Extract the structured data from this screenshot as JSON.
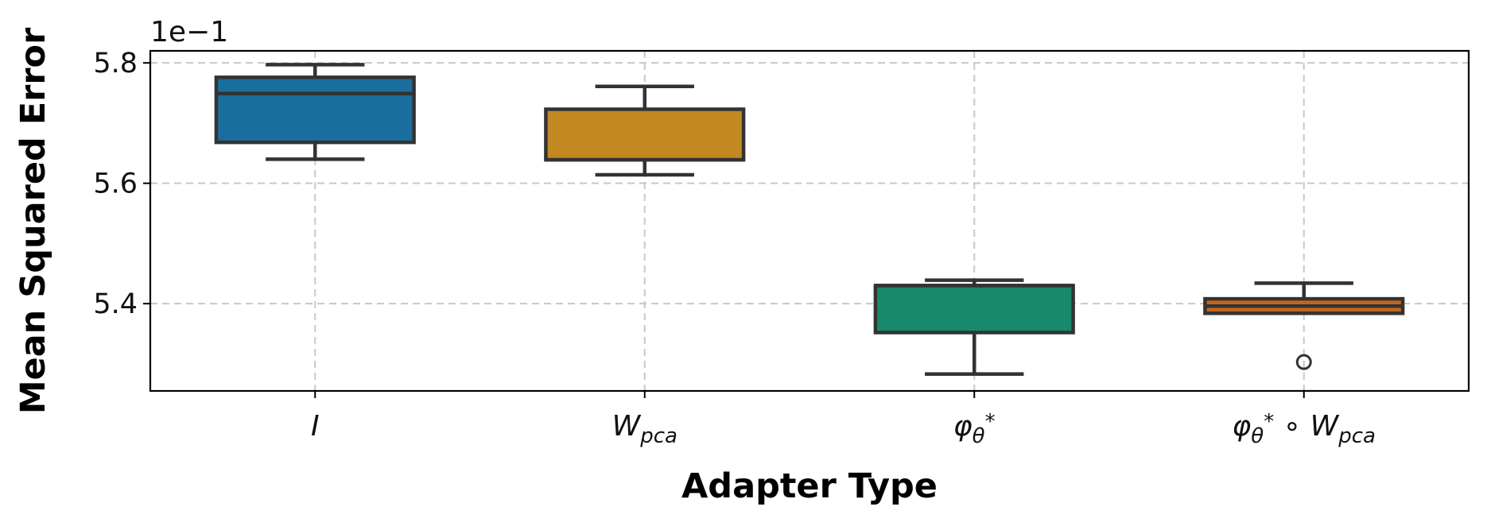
{
  "chart_data": {
    "type": "box",
    "xlabel": "Adapter Type",
    "ylabel": "Mean Squared Error",
    "y_offset_label": "1e−1",
    "ylim": [
      5.255,
      5.82
    ],
    "yticks": [
      5.4,
      5.6,
      5.8
    ],
    "ytick_labels": [
      "5.4",
      "5.6",
      "5.8"
    ],
    "grid": true,
    "categories": [
      {
        "base": "I",
        "sub": "",
        "sup": "",
        "rest": "",
        "rest_sub": ""
      },
      {
        "base": "W",
        "sub": "pca",
        "sup": "",
        "rest": "",
        "rest_sub": ""
      },
      {
        "base": "φ",
        "sub": "θ",
        "sup": "*",
        "rest": "",
        "rest_sub": ""
      },
      {
        "base": "φ",
        "sub": "θ",
        "sup": "*",
        "rest": " ∘ W",
        "rest_sub": "pca"
      }
    ],
    "boxes": [
      {
        "whisker_low": 5.64,
        "q1": 5.668,
        "median": 5.749,
        "q3": 5.776,
        "whisker_high": 5.797,
        "outliers": [],
        "color": "#1a6e9e"
      },
      {
        "whisker_low": 5.614,
        "q1": 5.639,
        "median": 5.639,
        "q3": 5.723,
        "whisker_high": 5.761,
        "outliers": [],
        "color": "#c28822"
      },
      {
        "whisker_low": 5.283,
        "q1": 5.352,
        "median": 5.43,
        "q3": 5.43,
        "whisker_high": 5.439,
        "outliers": [],
        "color": "#178a6b"
      },
      {
        "whisker_low": 5.384,
        "q1": 5.384,
        "median": 5.396,
        "q3": 5.408,
        "whisker_high": 5.434,
        "outliers": [
          5.303
        ],
        "color": "#c5651a"
      }
    ]
  }
}
